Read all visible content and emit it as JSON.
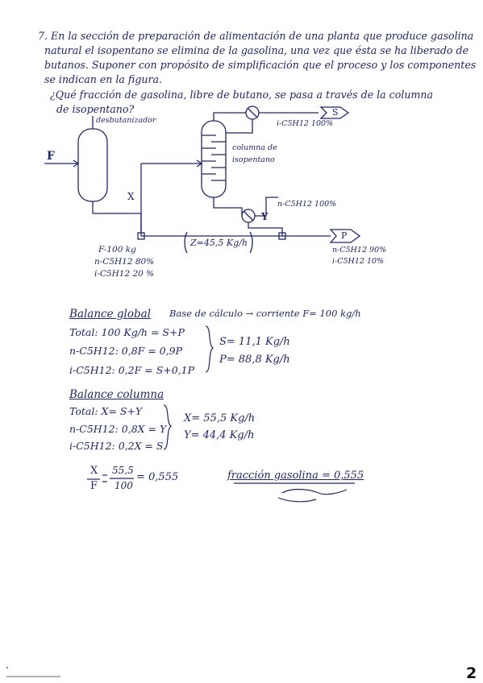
{
  "problem": {
    "number": "7.",
    "line1": "En la sección de preparación de alimentación de una planta que produce gasolina",
    "line2": "natural el isopentano se elimina de la gasolina, una vez que ésta se ha liberado de",
    "line3": "butanos. Suponer con propósito de simplificación que el proceso y los componentes",
    "line4": "se indican en la figura.",
    "question1": "¿Qué fracción de gasolina, libre de butano, se pasa a través de la columna",
    "question2": "de isopentano?"
  },
  "diagram": {
    "debutanizer_label": "desbutanizador",
    "feed_label": "F",
    "x_label": "X",
    "column_label_1": "columna de",
    "column_label_2": "isopentano",
    "s_label": "S",
    "s_composition": "i-C5H12 100%",
    "y_label": "Y",
    "n_pentane_label": "n-C5H12 100%",
    "z_label": "Z=45,5 Kg/h",
    "p_label": "P",
    "p_comp_1": "n-C5H12 90%",
    "p_comp_2": "i-C5H12 10%",
    "f_flow": "F-100 kg",
    "f_comp_1": "n-C5H12 80%",
    "f_comp_2": "i-C5H12 20 %"
  },
  "global_balance": {
    "title": "Balance global",
    "basis": "Base de cálculo → corriente F= 100 kg/h",
    "total": "Total: 100 Kg/h = S+P",
    "n_eq": "n-C5H12: 0,8F = 0,9P",
    "i_eq": "i-C5H12: 0,2F = S+0,1P",
    "s_result": "S= 11,1 Kg/h",
    "p_result": "P= 88,8 Kg/h"
  },
  "column_balance": {
    "title": "Balance columna",
    "total": "Total: X= S+Y",
    "n_eq": "n-C5H12: 0,8X = Y",
    "i_eq": "i-C5H12: 0,2X = S",
    "x_result": "X= 55,5 Kg/h",
    "y_result": "Y= 44,4 Kg/h"
  },
  "ratio": {
    "num": "X",
    "den": "F",
    "num_val": "55,5",
    "den_val": "100",
    "result": "= 0,555",
    "fraction_text": "fracción gasolina = 0,555"
  },
  "page_number": "2"
}
